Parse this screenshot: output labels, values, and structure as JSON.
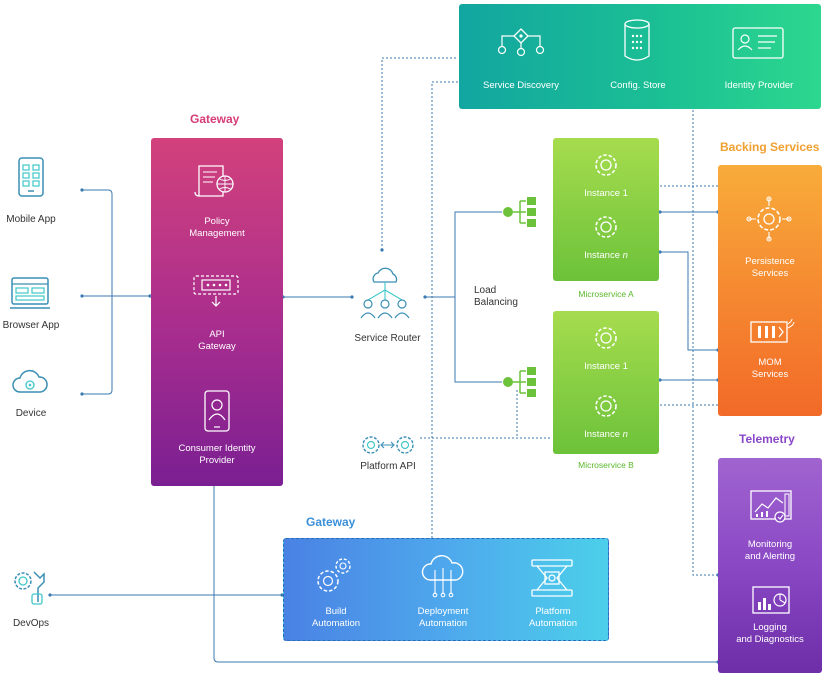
{
  "colors": {
    "gateway_heading": "#d63c78",
    "backing_heading": "#f0a030",
    "telemetry_heading": "#8a48c8",
    "automation_heading": "#3a90d8",
    "microservice_label": "#5ab82a",
    "wire": "#3a7ab0"
  },
  "clients": {
    "mobile_app": "Mobile App",
    "browser_app": "Browser App",
    "device": "Device",
    "devops": "DevOps"
  },
  "gateway": {
    "heading": "Gateway",
    "policy": "Policy\nManagement",
    "api": "API\nGateway",
    "identity": "Consumer Identity\nProvider"
  },
  "top_services": {
    "discovery": "Service Discovery",
    "config": "Config. Store",
    "identity": "Identity Provider"
  },
  "router": "Service Router",
  "platform_api": "Platform API",
  "load_balancing": "Load\nBalancing",
  "microservice_a": {
    "instance1": "Instance 1",
    "instance_n_prefix": "Instance ",
    "instance_n_var": "n",
    "name": "Microservice A"
  },
  "microservice_b": {
    "instance1": "Instance 1",
    "instance_n_prefix": "Instance ",
    "instance_n_var": "n",
    "name": "Microservice B"
  },
  "backing": {
    "heading": "Backing Services",
    "persistence": "Persistence\nServices",
    "mom": "MOM\nServices"
  },
  "telemetry": {
    "heading": "Telemetry",
    "monitoring": "Monitoring\nand Alerting",
    "logging": "Logging\nand Diagnostics"
  },
  "automation": {
    "heading": "Gateway",
    "build": "Build\nAutomation",
    "deployment": "Deployment\nAutomation",
    "platform": "Platform\nAutomation"
  }
}
